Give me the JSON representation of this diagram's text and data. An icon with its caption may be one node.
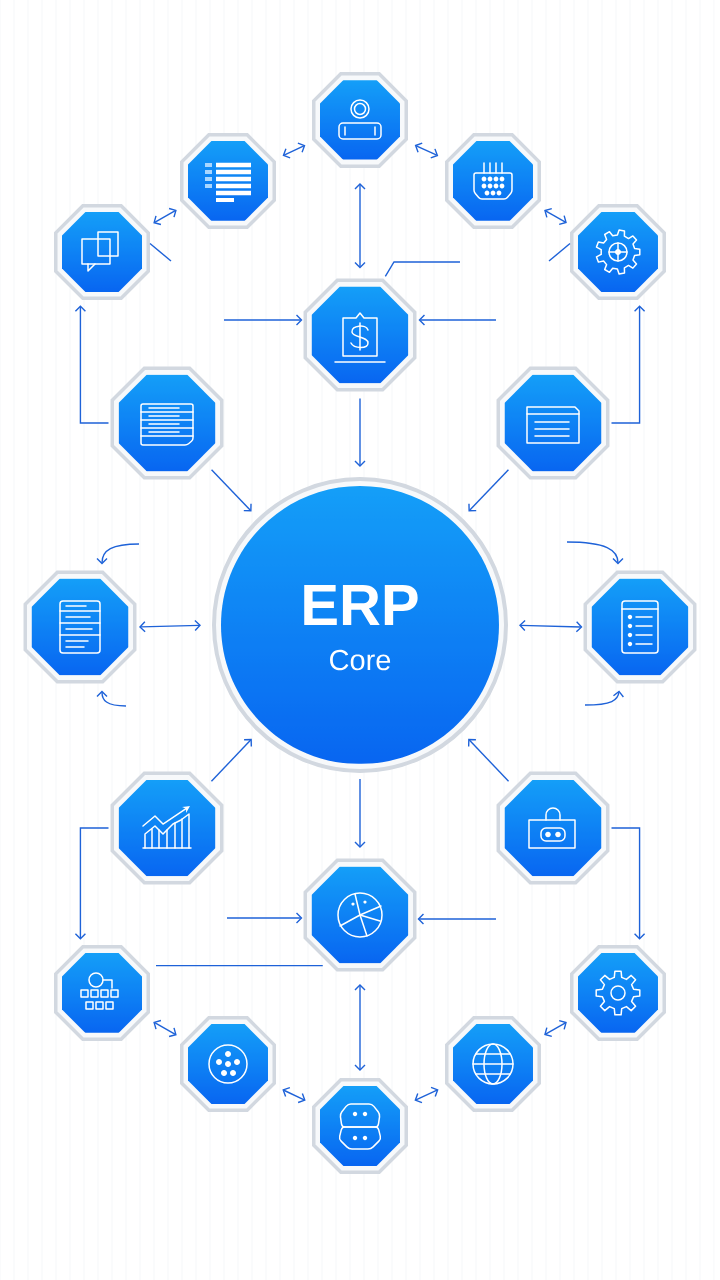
{
  "diagram": {
    "nodes": [
      {
        "text": [],
        "shape": "octagon"
      },
      {
        "text": [],
        "shape": "octagon"
      },
      {
        "text": [],
        "shape": "octagon"
      },
      {
        "text": [],
        "shape": "octagon"
      },
      {
        "text": [],
        "shape": "octagon"
      },
      {
        "text": [],
        "shape": "octagon"
      },
      {
        "text": [],
        "shape": "octagon"
      },
      {
        "text": [],
        "shape": "octagon"
      },
      {
        "text": [
          "ERP",
          "Core"
        ]
      },
      {
        "text": [],
        "shape": "octagon"
      },
      {
        "text": [],
        "shape": "octagon"
      },
      {
        "text": [],
        "shape": "octagon"
      },
      {
        "text": [],
        "shape": "octagon"
      },
      {
        "text": [],
        "shape": "octagon"
      },
      {
        "text": [],
        "shape": "octagon"
      },
      {
        "text": [],
        "shape": "octagon"
      },
      {
        "text": [],
        "shape": "octagon"
      },
      {
        "text": [],
        "shape": "octagon"
      },
      {
        "text": [],
        "shape": "octagon"
      }
    ],
    "edges": [
      {
        "from": 1,
        "to": 0,
        "arrow": "both"
      },
      {
        "from": 0,
        "to": 2,
        "arrow": "both"
      },
      {
        "from": 3,
        "to": 1,
        "arrow": "both"
      },
      {
        "from": 2,
        "to": 4,
        "arrow": "both"
      },
      {
        "from": 0,
        "to": 5,
        "arrow": "both"
      },
      {
        "from": 3,
        "to": null,
        "arrow": "none"
      },
      {
        "from": 4,
        "to": null,
        "arrow": "none"
      },
      {
        "from": null,
        "to": 5,
        "arrow": "none"
      },
      {
        "from": null,
        "to": 5,
        "arrow": "to"
      },
      {
        "from": null,
        "to": 5,
        "arrow": "to"
      },
      {
        "from": 6,
        "to": 3,
        "arrow": "to"
      },
      {
        "from": 7,
        "to": 4,
        "arrow": "to"
      },
      {
        "from": 5,
        "to": 8,
        "arrow": "to"
      },
      {
        "from": 6,
        "to": 8,
        "arrow": "to"
      },
      {
        "from": 7,
        "to": 8,
        "arrow": "to"
      },
      {
        "from": 9,
        "to": 8,
        "arrow": "both"
      },
      {
        "from": 8,
        "to": 10,
        "arrow": "both"
      },
      {
        "from": null,
        "to": 9,
        "arrow": "to"
      },
      {
        "from": null,
        "to": 10,
        "arrow": "to"
      },
      {
        "from": null,
        "to": 9,
        "arrow": "to"
      },
      {
        "from": null,
        "to": 10,
        "arrow": "to"
      },
      {
        "from": 11,
        "to": 8,
        "arrow": "to"
      },
      {
        "from": 12,
        "to": 8,
        "arrow": "to"
      },
      {
        "from": 8,
        "to": 13,
        "arrow": "to"
      },
      {
        "from": 11,
        "to": 14,
        "arrow": "to"
      },
      {
        "from": 12,
        "to": 15,
        "arrow": "to"
      },
      {
        "from": null,
        "to": 13,
        "arrow": "to"
      },
      {
        "from": null,
        "to": 13,
        "arrow": "to"
      },
      {
        "from": 14,
        "to": 13,
        "arrow": "none"
      },
      {
        "from": 14,
        "to": 16,
        "arrow": "both"
      },
      {
        "from": 16,
        "to": 18,
        "arrow": "both"
      },
      {
        "from": 18,
        "to": 17,
        "arrow": "both"
      },
      {
        "from": 17,
        "to": 15,
        "arrow": "both"
      },
      {
        "from": 18,
        "to": 13,
        "arrow": "both"
      }
    ]
  }
}
